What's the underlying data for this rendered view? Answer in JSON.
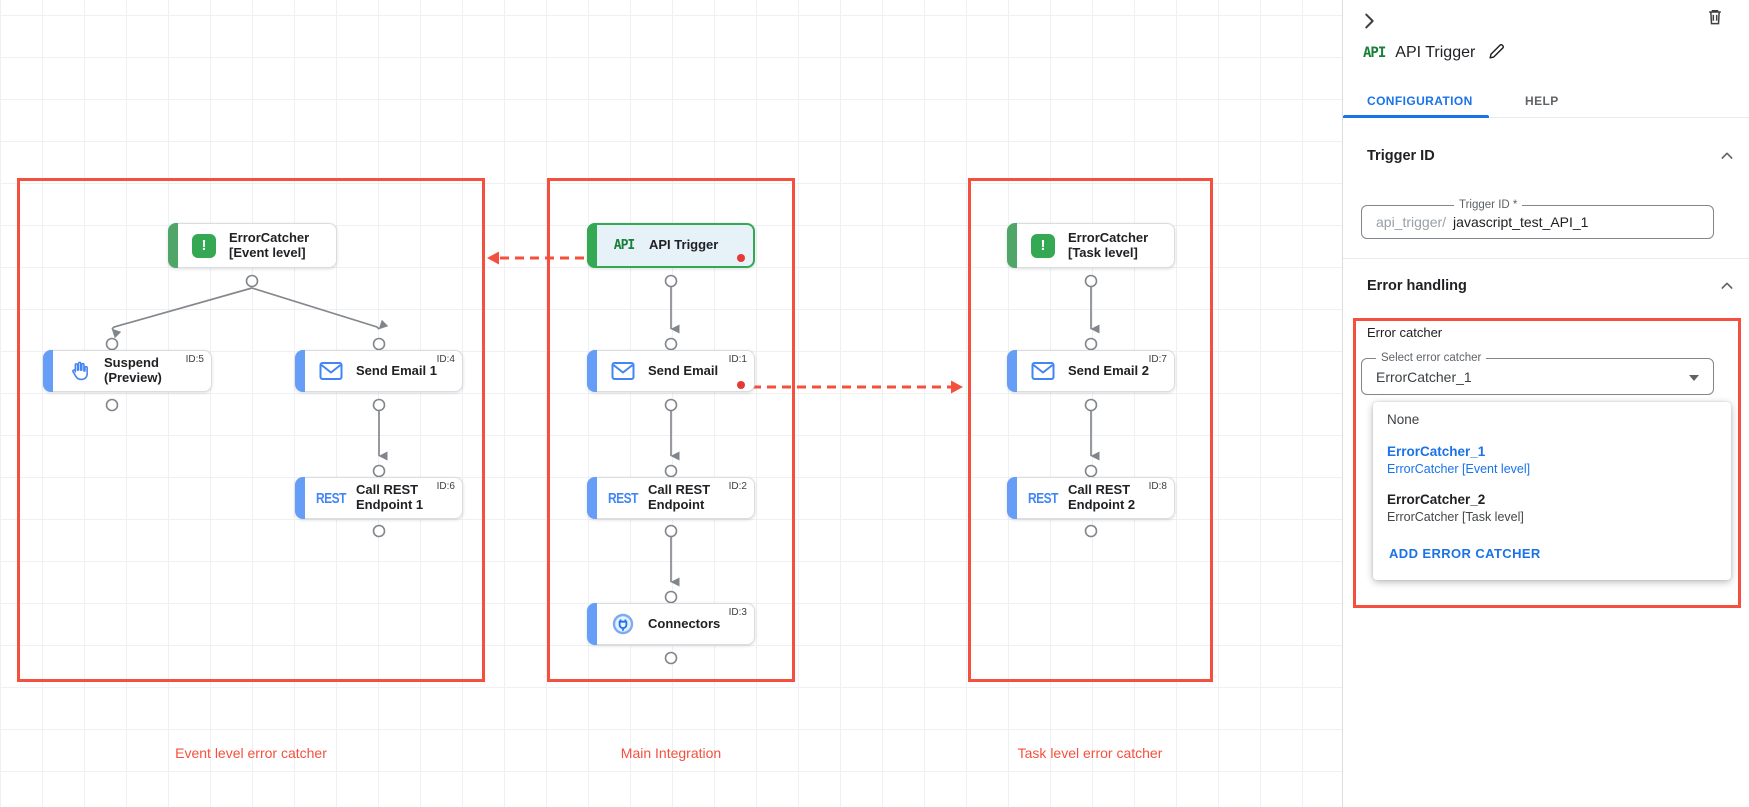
{
  "colors": {
    "highlight_red": "#f4503d",
    "accent_blue": "#1a73e8",
    "task_blue": "#4285f4",
    "trigger_green": "#34a853",
    "edge_gray": "#80868b",
    "error_dot_red": "#e53935"
  },
  "canvas": {
    "groups": [
      {
        "label": "Event level error catcher"
      },
      {
        "label": "Main Integration"
      },
      {
        "label": "Task level error catcher"
      }
    ],
    "nodes": [
      {
        "label": "ErrorCatcher [Event level]",
        "id": "",
        "icon": "error-catcher-icon",
        "icon_text": "!"
      },
      {
        "label": "Suspend (Preview)",
        "id": "ID:5",
        "icon": "suspend-hand-icon",
        "icon_text": ""
      },
      {
        "label": "Send Email 1",
        "id": "ID:4",
        "icon": "email-icon",
        "icon_text": ""
      },
      {
        "label": "Call REST Endpoint 1",
        "id": "ID:6",
        "icon": "rest-icon",
        "icon_text": "REST"
      },
      {
        "label": "API Trigger",
        "id": "",
        "icon": "api-icon",
        "icon_text": "API"
      },
      {
        "label": "Send Email",
        "id": "ID:1",
        "icon": "email-icon",
        "icon_text": ""
      },
      {
        "label": "Call REST Endpoint",
        "id": "ID:2",
        "icon": "rest-icon",
        "icon_text": "REST"
      },
      {
        "label": "Connectors",
        "id": "ID:3",
        "icon": "connectors-icon",
        "icon_text": ""
      },
      {
        "label": "ErrorCatcher [Task level]",
        "id": "",
        "icon": "error-catcher-icon",
        "icon_text": "!"
      },
      {
        "label": "Send Email 2",
        "id": "ID:7",
        "icon": "email-icon",
        "icon_text": ""
      },
      {
        "label": "Call REST Endpoint 2",
        "id": "ID:8",
        "icon": "rest-icon",
        "icon_text": "REST"
      }
    ]
  },
  "panel": {
    "title": "API Trigger",
    "title_icon_text": "API",
    "tabs": [
      {
        "label": "CONFIGURATION",
        "active": true
      },
      {
        "label": "HELP",
        "active": false
      }
    ],
    "trigger_id": {
      "heading": "Trigger ID",
      "field_label": "Trigger ID *",
      "prefix": "api_trigger/",
      "value": "javascript_test_API_1"
    },
    "error_handling": {
      "heading": "Error handling",
      "group_label": "Error catcher",
      "select_label": "Select error catcher",
      "select_value": "ErrorCatcher_1",
      "dropdown": {
        "items": [
          {
            "title": "None",
            "subtitle": "",
            "selected": false
          },
          {
            "title": "ErrorCatcher_1",
            "subtitle": "ErrorCatcher [Event level]",
            "selected": true
          },
          {
            "title": "ErrorCatcher_2",
            "subtitle": "ErrorCatcher [Task level]",
            "selected": false
          }
        ],
        "action_label": "ADD ERROR CATCHER"
      }
    }
  }
}
